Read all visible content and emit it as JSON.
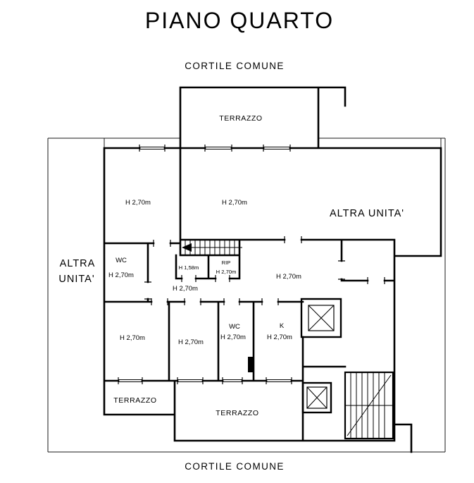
{
  "colors": {
    "ink": "#000000",
    "background": "#ffffff"
  },
  "header": {
    "title": "PIANO QUARTO"
  },
  "site": {
    "courtyard_top": "CORTILE COMUNE",
    "courtyard_bottom": "CORTILE COMUNE",
    "other_unit_right": "ALTRA UNITA'",
    "other_unit_left_line1": "ALTRA",
    "other_unit_left_line2": "UNITA'"
  },
  "terraces": {
    "top": "TERRAZZO",
    "bottom_left": "TERRAZZO",
    "bottom_center": "TERRAZZO"
  },
  "rooms": {
    "bedroom_top_left_height": "H 2,70m",
    "living_top_center_height": "H 2,70m",
    "wc_upper_label": "WC",
    "wc_upper_height": "H 2,70m",
    "stairwell_height": "H 1,58m",
    "storage_label": "RIP",
    "storage_height": "H 2,70m",
    "room_right_height": "H 2,70m",
    "corridor_height": "H 2,70m",
    "bedroom_bottom_left_height": "H 2,70m",
    "bedroom_bottom_mid_height": "H 2,70m",
    "wc_lower_label": "WC",
    "wc_lower_height": "H 2,70m",
    "kitchen_label": "K",
    "kitchen_height": "H 2,70m"
  }
}
